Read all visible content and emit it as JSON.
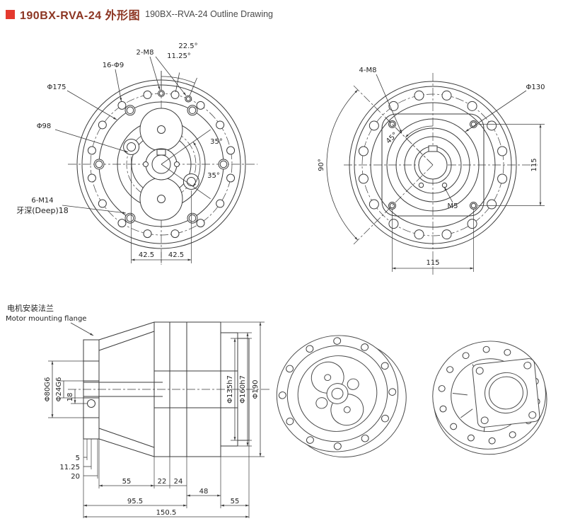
{
  "title": {
    "cn": "190BX-RVA-24 外形图",
    "en": "190BX--RVA-24 Outline Drawing",
    "square_color": "#e4392e"
  },
  "front_view": {
    "m8": "2-M8",
    "a225": "22.5°",
    "a1125": "11.25°",
    "holes16": "16-Φ9",
    "d175": "Φ175",
    "d98": "Φ98",
    "a35a": "35°",
    "a35b": "35°",
    "m14": "6-M14",
    "deep": "牙深(Deep)18",
    "w1": "42.5",
    "w2": "42.5"
  },
  "rear_view": {
    "m8": "4-M8",
    "d130": "Φ130",
    "a45": "45°",
    "a90": "90°",
    "v115": "115",
    "m5": "M5",
    "h115": "115"
  },
  "side_view": {
    "flange_cn": "电机安装法兰",
    "flange_en": "Motor mounting flange",
    "d80": "Φ80G6",
    "d24": "Φ24G6",
    "n18": "18",
    "n5": "5",
    "n1125": "11.25",
    "n20": "20",
    "n55a": "55",
    "n22": "22",
    "n24": "24",
    "n48": "48",
    "n55b": "55",
    "n955": "95.5",
    "n1505": "150.5",
    "d135": "Φ135h7",
    "d160": "Φ160h7",
    "d190": "Φ190"
  }
}
